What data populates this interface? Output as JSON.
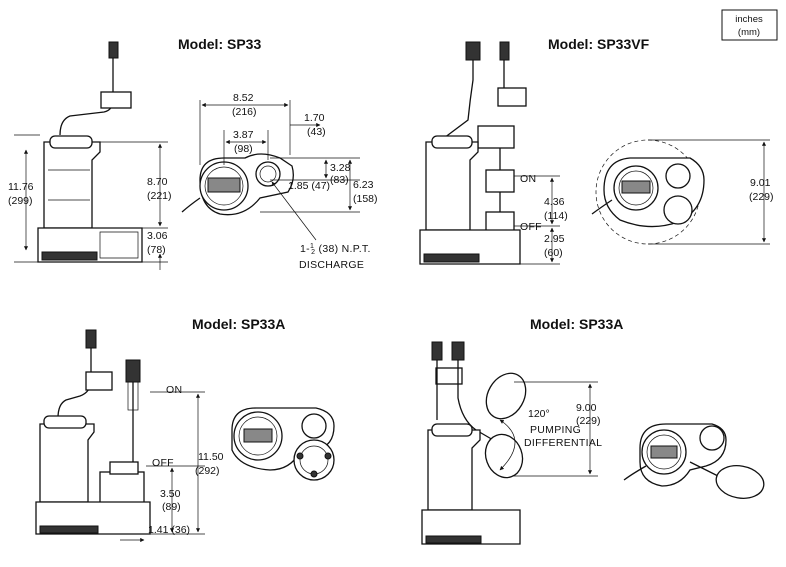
{
  "units_box": {
    "line1": "inches",
    "line2": "(mm)"
  },
  "views": {
    "sp33": {
      "title": "Model: SP33",
      "dims": {
        "overall_h": "11.76",
        "overall_h_mm": "(299)",
        "body_h": "8.70",
        "body_h_mm": "(221)",
        "base_h": "3.06",
        "base_h_mm": "(78)"
      }
    },
    "sp33_top": {
      "dims": {
        "width": "8.52",
        "width_mm": "(216)",
        "inner": "3.87",
        "inner_mm": "(98)",
        "side": "1.70",
        "side_mm": "(43)",
        "d1": "3.28",
        "d1_mm": "(83)",
        "d2": "1.85 (47)",
        "d3": "6.23",
        "d3_mm": "(158)"
      },
      "discharge_1": "1-",
      "discharge_frac": "1",
      "discharge_frac2": "2",
      "discharge_2": " (38) N.P.T.",
      "discharge_3": "DISCHARGE"
    },
    "sp33vf": {
      "title": "Model: SP33VF",
      "on": "ON",
      "off": "OFF",
      "dims": {
        "on_h": "4.36",
        "on_h_mm": "(114)",
        "off_h": "2.95",
        "off_h_mm": "(60)",
        "top_w": "9.01",
        "top_w_mm": "(229)"
      }
    },
    "sp33a_left": {
      "title": "Model: SP33A",
      "on": "ON",
      "off": "OFF",
      "dims": {
        "on_h": "11.50",
        "on_h_mm": "(292)",
        "off_h": "3.50",
        "off_h_mm": "(89)",
        "side": "1.41 (36)"
      }
    },
    "sp33a_right": {
      "title": "Model: SP33A",
      "angle": "120°",
      "pumping": "PUMPING",
      "differential": "DIFFERENTIAL",
      "dims": {
        "h": "9.00",
        "h_mm": "(229)"
      }
    }
  }
}
